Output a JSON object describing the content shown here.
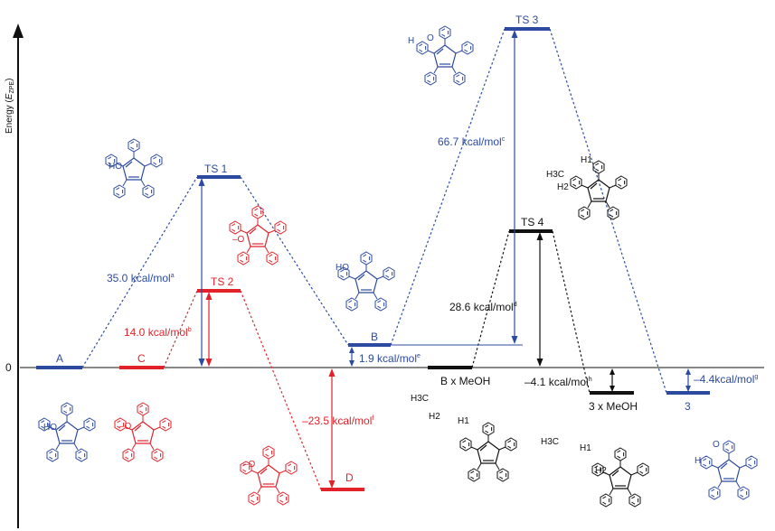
{
  "y_axis": {
    "label_main": "Energy (",
    "label_E": "E",
    "label_sub": "ZPE",
    "label_close": ")",
    "zero_label": "0"
  },
  "colors": {
    "blue": "#2c4aa0",
    "red": "#e2222a",
    "black": "#111111"
  },
  "levels": {
    "A": "A",
    "C": "C",
    "TS1": "TS 1",
    "TS2": "TS 2",
    "B": "B",
    "D": "D",
    "TS3": "TS 3",
    "TS4": "TS 4",
    "BxMeOH": "B x MeOH",
    "ThreexMeOH": "3 x MeOH",
    "three": "3"
  },
  "energies": {
    "e_a": {
      "text": "35.0 kcal/mol",
      "sup": "a"
    },
    "e_b": {
      "text": "14.0 kcal/mol",
      "sup": "b"
    },
    "e_c": {
      "text": "66.7 kcal/mol",
      "sup": "c"
    },
    "e_d": {
      "text": "28.6 kcal/mol",
      "sup": "d"
    },
    "e_e": {
      "text": "1.9 kcal/mol",
      "sup": "e"
    },
    "e_f": {
      "text": "–23.5 kcal/mol",
      "sup": "f"
    },
    "e_g": {
      "text": "–4.4kcal/mol",
      "sup": "g"
    },
    "e_h": {
      "text": "–4.1 kcal/mol",
      "sup": "h"
    }
  },
  "molecule_labels": {
    "HO": "HO",
    "O_minus": "–O",
    "O": "O",
    "H": "H",
    "H3C": "H3C",
    "H1": "H1",
    "H2": "H2"
  }
}
